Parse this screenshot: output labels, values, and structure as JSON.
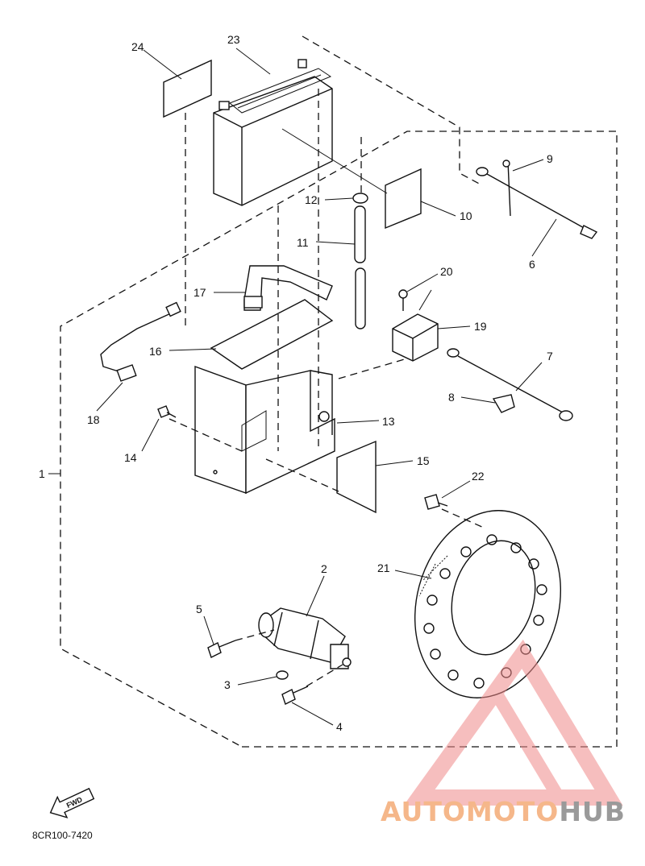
{
  "diagram": {
    "callouts": [
      "1",
      "2",
      "3",
      "4",
      "5",
      "6",
      "7",
      "8",
      "9",
      "10",
      "11",
      "12",
      "13",
      "14",
      "15",
      "16",
      "17",
      "18",
      "19",
      "20",
      "21",
      "22",
      "23",
      "24"
    ],
    "direction_badge": "FWD",
    "part_code": "8CR100-7420"
  },
  "watermark": {
    "text_part1": "AUTOMOTO",
    "text_part2": "HUB",
    "color_light": "#f5b78a",
    "color_dark": "#9a9a9a",
    "triangle_color": "#f08a8a"
  }
}
